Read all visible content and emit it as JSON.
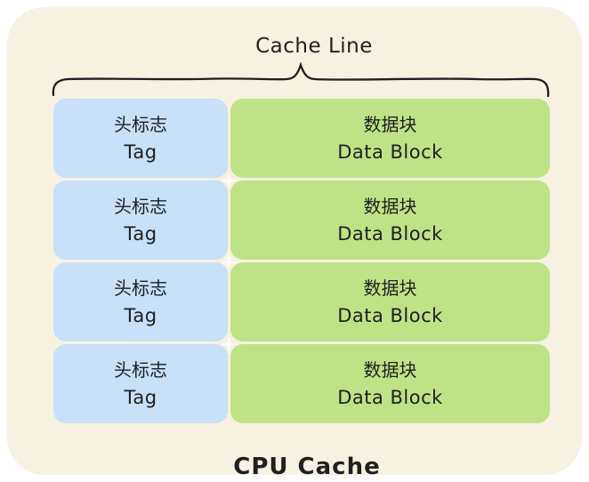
{
  "title": "Cache Line",
  "caption": "CPU Cache",
  "rows": [
    {
      "tag_zh": "头标志",
      "tag_en": "Tag",
      "data_zh": "数据块",
      "data_en": "Data Block"
    },
    {
      "tag_zh": "头标志",
      "tag_en": "Tag",
      "data_zh": "数据块",
      "data_en": "Data Block"
    },
    {
      "tag_zh": "头标志",
      "tag_en": "Tag",
      "data_zh": "数据块",
      "data_en": "Data Block"
    },
    {
      "tag_zh": "头标志",
      "tag_en": "Tag",
      "data_zh": "数据块",
      "data_en": "Data Block"
    }
  ],
  "colors": {
    "page_bg": "#ffffff",
    "canvas_fill": "#f6f1e1",
    "tag_fill": "#c8e0f8",
    "data_fill": "#bfe287",
    "ink": "#1f1f1f"
  }
}
